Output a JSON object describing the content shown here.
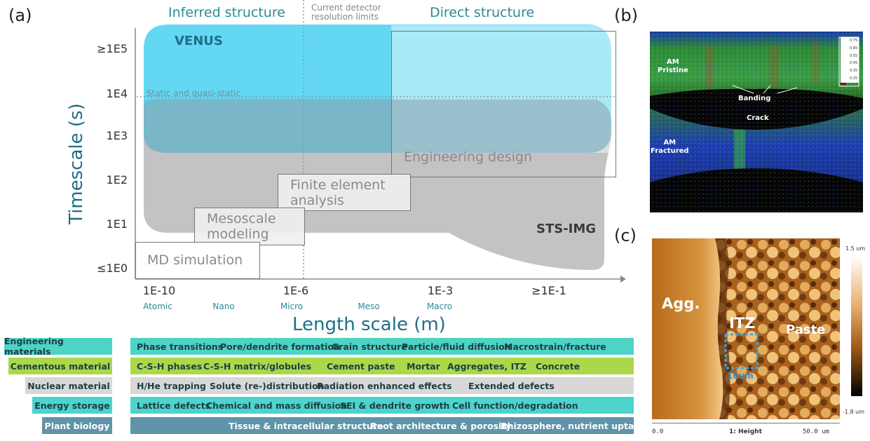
{
  "colors": {
    "venus": "#49d1f1",
    "sts_img": "#b6b6b6",
    "engineering_row": "#4dd4c4",
    "cement_row": "#a9d94a",
    "nuclear_row": "#d8d8d8",
    "energy_row": "#4dd4cc",
    "plant_row": "#5f94aa",
    "axis_label": "#1f6f86"
  },
  "panel_a": {
    "label": "(a)",
    "header_left": "Inferred structure",
    "header_right": "Direct structure",
    "detector_note_line1": "Current detector",
    "detector_note_line2": "resolution limits",
    "static_note": "Static and quasi-static",
    "venus_label": "VENUS",
    "sts_label": "STS-IMG",
    "boxes": {
      "engineering": "Engineering design",
      "fea_line1": "Finite element",
      "fea_line2": "analysis",
      "meso_line1": "Mesoscale",
      "meso_line2": "modeling",
      "md": "MD simulation"
    },
    "y_axis_label": "Timescale (s)",
    "x_axis_label": "Length scale (m)",
    "y_ticks": [
      "≥1E5",
      "1E4",
      "1E3",
      "1E2",
      "1E1",
      "≤1E0"
    ],
    "x_ticks": [
      "1E-10",
      "1E-6",
      "1E-3",
      "≥1E-1"
    ],
    "x_sublabels": [
      "Atomic",
      "Nano",
      "Micro",
      "Meso",
      "Macro"
    ]
  },
  "table": {
    "rows": [
      {
        "label": "Engineering materials",
        "items": [
          "Phase transitions",
          "Pore/dendrite formation",
          "Grain structure",
          "Particle/fluid diffusion",
          "Macrostrain/fracture"
        ]
      },
      {
        "label": "Cementous material",
        "items": [
          "C-S-H phases",
          "C-S-H matrix/globules",
          "Cement paste",
          "Mortar",
          "Aggregates, ITZ",
          "Concrete"
        ]
      },
      {
        "label": "Nuclear material",
        "items": [
          "H/He trapping",
          "Solute (re-)distribution",
          "Radiation enhanced effects",
          "Extended defects"
        ]
      },
      {
        "label": "Energy storage",
        "items": [
          "Lattice defects",
          "Chemical and mass diffusion",
          "SEI & dendrite growth",
          "Cell function/degradation"
        ]
      },
      {
        "label": "Plant biology",
        "items": [
          "Tissue & intracellular structure",
          "Root architecture & porosity",
          "Rhizosphere, nutrient uptake"
        ]
      }
    ]
  },
  "panel_b": {
    "label": "(b)",
    "am_pristine_line1": "AM",
    "am_pristine_line2": "Pristine",
    "banding": "Banding",
    "crack": "Crack",
    "am_fractured_line1": "AM",
    "am_fractured_line2": "Fractured",
    "colorbar_ticks": [
      "0.75",
      "0.65",
      "0.55",
      "0.45",
      "0.35",
      "0.25"
    ]
  },
  "panel_c": {
    "label": "(c)",
    "agg": "Agg.",
    "itz": "ITZ",
    "paste": "Paste",
    "scale": "10um",
    "cb_top": "1.5 um",
    "cb_bottom": "-1.8 um",
    "axis_left": "0.0",
    "axis_mid": "1: Height",
    "axis_right": "50.0 um"
  }
}
